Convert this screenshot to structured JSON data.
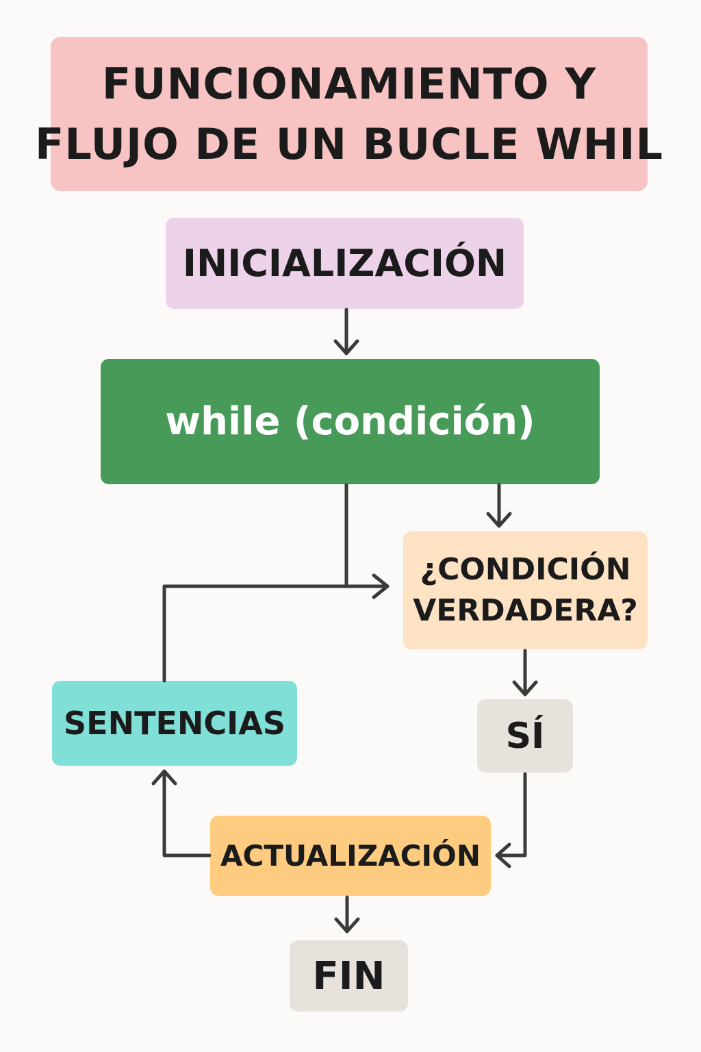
{
  "title": {
    "line1": "FUNCIONAMIENTO Y",
    "line2": "FLUJO DE UN BUCLE WHIL"
  },
  "nodes": {
    "init": "INICIALIZACIÓN",
    "while": "while (condición)",
    "cond_line1": "¿CONDICIÓN",
    "cond_line2": "VERDADERA?",
    "sentencias": "SENTENCIAS",
    "si": "SÍ",
    "actualizacion": "ACTUALIZACIÓN",
    "fin": "FIN"
  },
  "colors": {
    "title_bg": "#f7c4c3",
    "init_bg": "#ecd3ea",
    "while_bg": "#479a57",
    "cond_bg": "#fde2c4",
    "sentencias_bg": "#80dfd6",
    "si_bg": "#e8e2dd",
    "actualizacion_bg": "#fdcc80",
    "fin_bg": "#e8e2dd",
    "arrow": "#3a3a3a"
  }
}
